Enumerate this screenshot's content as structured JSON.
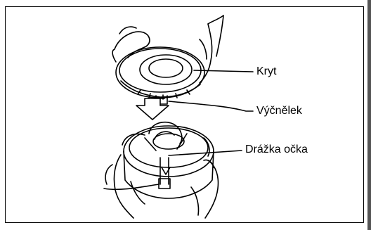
{
  "labels": {
    "cover": "Kryt",
    "tab": "Výčnělek",
    "eyelet_slot": "Drážka očka"
  },
  "colors": {
    "line": "#000000",
    "background": "#ffffff"
  }
}
